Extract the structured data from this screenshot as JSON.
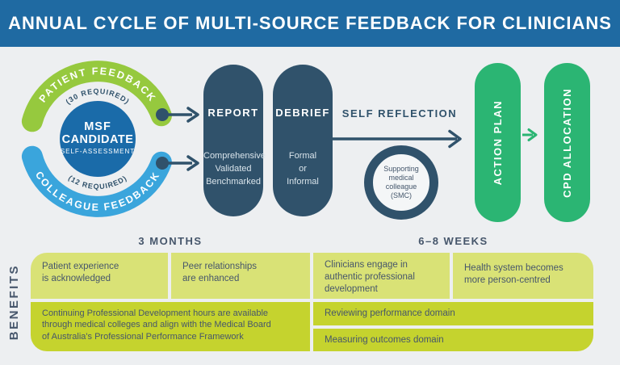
{
  "header": {
    "title": "ANNUAL CYCLE OF MULTI-SOURCE FEEDBACK FOR CLINICIANS"
  },
  "cycle": {
    "patient_feedback": "PATIENT FEEDBACK",
    "patient_required": "(30 REQUIRED)",
    "msf_line1": "MSF",
    "msf_line2": "CANDIDATE",
    "msf_line3": "SELF-ASSESSMENT",
    "colleague_required": "(12 REQUIRED)",
    "colleague_feedback": "COLLEAGUE FEEDBACK"
  },
  "stages": {
    "report_title": "REPORT",
    "report_detail": "Comprehensive\nValidated\nBenchmarked",
    "debrief_title": "DEBRIEF",
    "debrief_detail": "Formal\nor\nInformal",
    "self_reflection": "SELF REFLECTION",
    "smc": "Supporting\nmedical\ncolleague\n(SMC)",
    "action_plan": "ACTION PLAN",
    "cpd_allocation": "CPD ALLOCATION"
  },
  "benefits": {
    "label": "BENEFITS",
    "timeline_left": "3 MONTHS",
    "timeline_right": "6–8 WEEKS",
    "cells": {
      "patient": "Patient experience\nis acknowledged",
      "peer": "Peer relationships\nare enhanced",
      "clinicians": "Clinicians engage in\nauthentic professional\ndevelopment",
      "health": "Health system becomes\nmore person-centred",
      "cpd_hours": "Continuing Professional Development hours are available\nthrough medical colleges and align with the Medical Board\nof Australia's Professional Performance Framework",
      "reviewing": "Reviewing performance domain",
      "measuring": "Measuring outcomes domain"
    }
  },
  "colors": {
    "header_blue": "#1F6AA2",
    "background": "#EDEFF1",
    "dark_slate": "#30526B",
    "green_pill": "#2BB573",
    "lime_arc": "#96C93E",
    "light_blue_arc": "#3AA5DC",
    "circle_blue": "#1A6BA9",
    "light_cell": "#D9E276",
    "dark_cell": "#C5D32E",
    "slate_text": "#46566B"
  }
}
